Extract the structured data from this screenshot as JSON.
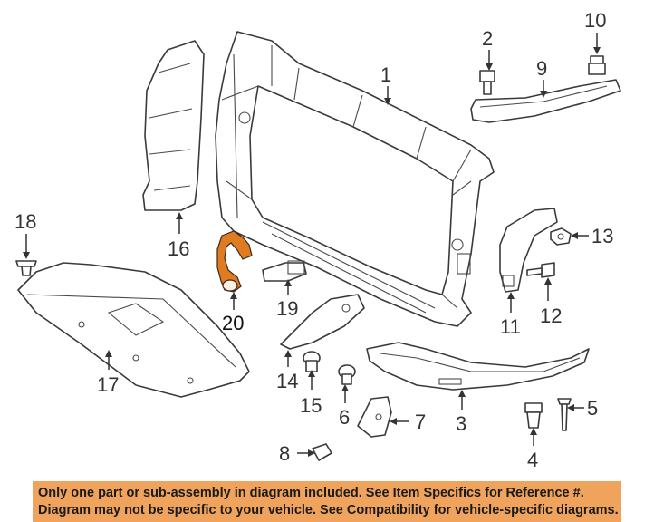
{
  "callouts": {
    "c1": "1",
    "c2": "2",
    "c3": "3",
    "c4": "4",
    "c5": "5",
    "c6": "6",
    "c7": "7",
    "c8": "8",
    "c9": "9",
    "c10": "10",
    "c11": "11",
    "c12": "12",
    "c13": "13",
    "c14": "14",
    "c15": "15",
    "c16": "16",
    "c17": "17",
    "c18": "18",
    "c19": "19",
    "c20": "20"
  },
  "highlighted_part": "20",
  "colors": {
    "highlight": "#e07b22",
    "banner": "#f0a35c",
    "line": "#3a3a3a"
  },
  "notice": {
    "line1": "Only one part or sub-assembly in diagram included. See Item Specifics for Reference #.",
    "line2": "Diagram may not be specific to your vehicle. See Compatibility for vehicle-specific diagrams."
  }
}
